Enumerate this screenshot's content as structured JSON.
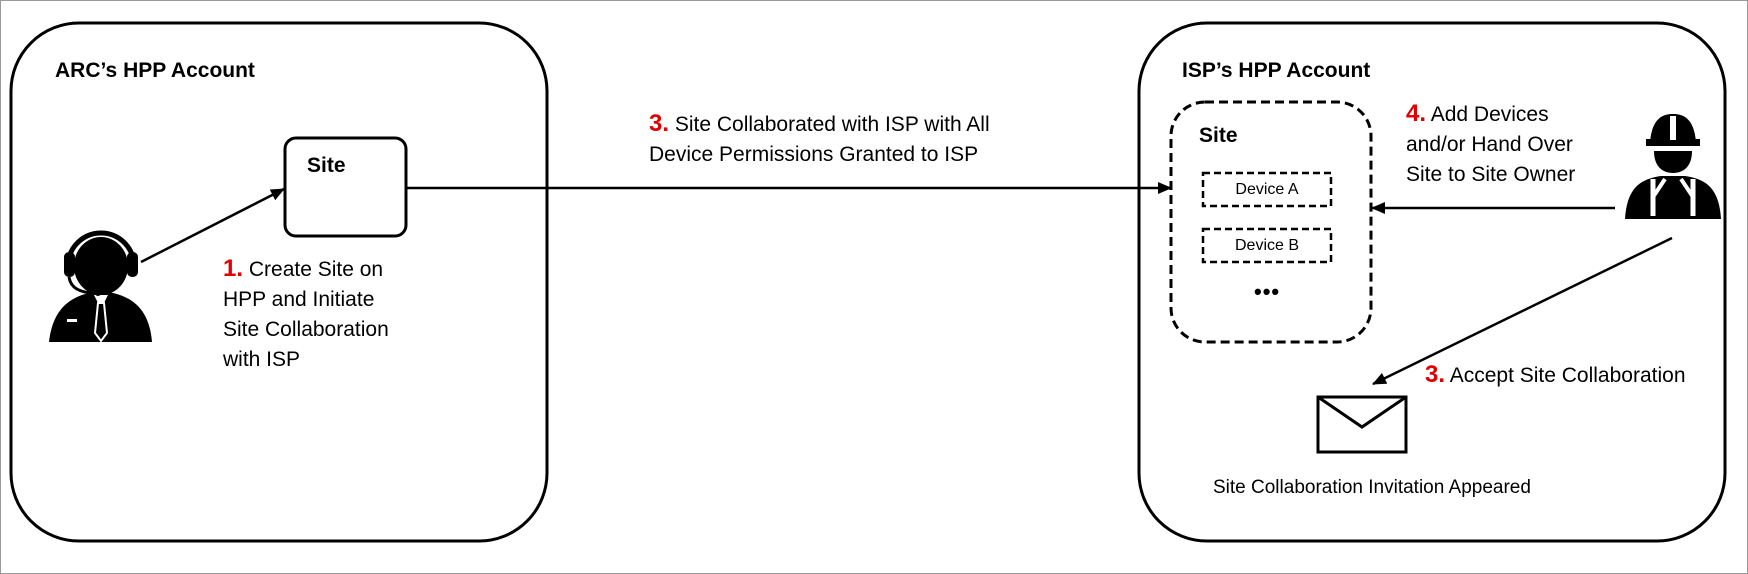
{
  "arc_account": {
    "title": "ARC’s HPP Account",
    "site_label": "Site"
  },
  "isp_account": {
    "title": "ISP’s HPP Account",
    "site_label": "Site",
    "devices": [
      "Device A",
      "Device B"
    ],
    "more": "•••",
    "invitation_caption": "Site Collaboration Invitation Appeared"
  },
  "steps": {
    "create": {
      "number": "1.",
      "lines": [
        "Create Site on",
        "HPP and Initiate",
        "Site Collaboration",
        "with ISP"
      ]
    },
    "collaborated": {
      "number": "3.",
      "lines": [
        "Site Collaborated with ISP with All",
        "Device Permissions Granted to ISP"
      ]
    },
    "accept": {
      "number": "3.",
      "text": "Accept Site Collaboration"
    },
    "add_devices": {
      "number": "4.",
      "lines": [
        "Add Devices",
        "and/or Hand Over",
        "Site to Site Owner"
      ]
    }
  },
  "icons": {
    "operator": "call-center-operator-icon",
    "installer": "construction-worker-icon",
    "invitation": "envelope-icon"
  },
  "colors": {
    "step_number": "#e00000",
    "line": "#000000"
  }
}
